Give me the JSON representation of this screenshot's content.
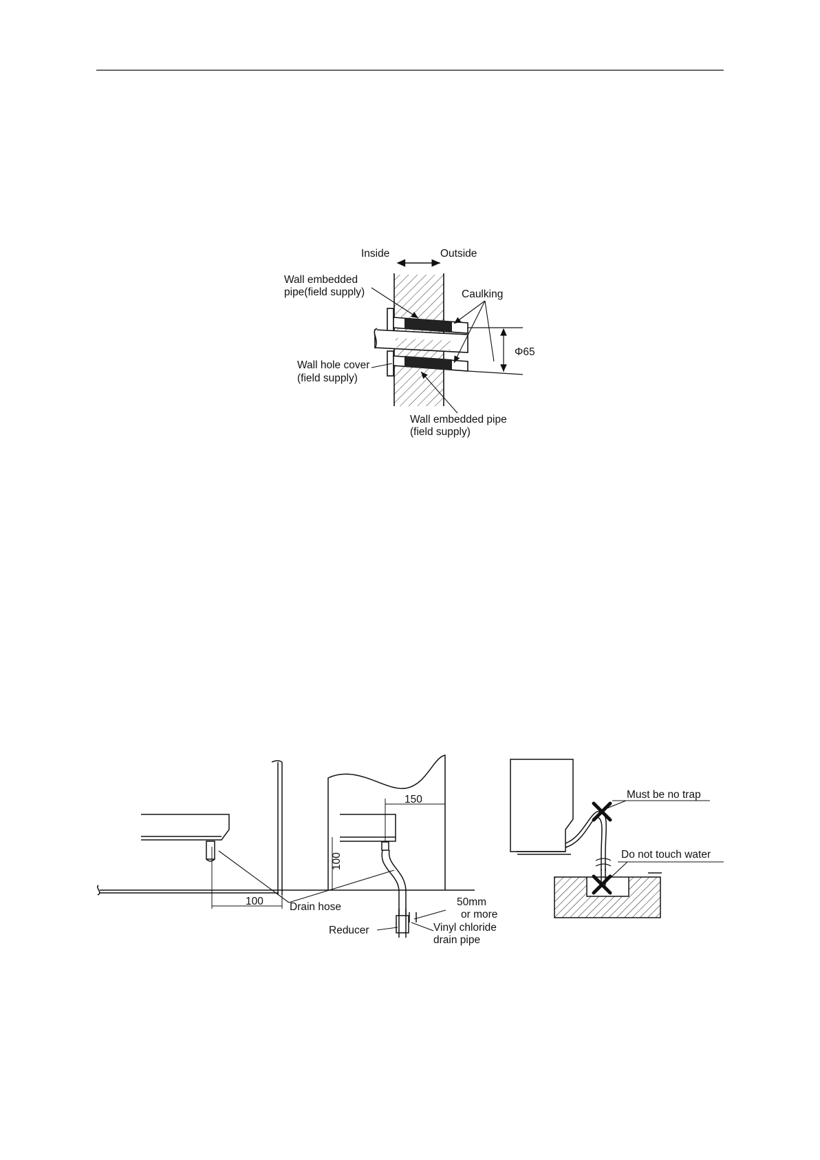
{
  "figure_wall": {
    "inside": "Inside",
    "outside": "Outside",
    "embedded_pipe_top_1": "Wall embedded",
    "embedded_pipe_top_2": "pipe(field supply)",
    "caulking": "Caulking",
    "diameter": "Φ65",
    "hole_cover_1": "Wall hole cover",
    "hole_cover_2": "(field supply)",
    "embedded_pipe_bottom_1": "Wall embedded pipe",
    "embedded_pipe_bottom_2": "(field supply)"
  },
  "figure_drain": {
    "dim_100_horizontal": "100",
    "drain_hose": "Drain hose",
    "dim_150": "150",
    "dim_100_vertical": "100",
    "dist_1": "50mm",
    "dist_2": "or more",
    "reducer": "Reducer",
    "vinyl_1": "Vinyl chloride",
    "vinyl_2": "drain pipe"
  },
  "figure_trap": {
    "no_trap": "Must be no trap",
    "no_water": "Do not touch water"
  }
}
